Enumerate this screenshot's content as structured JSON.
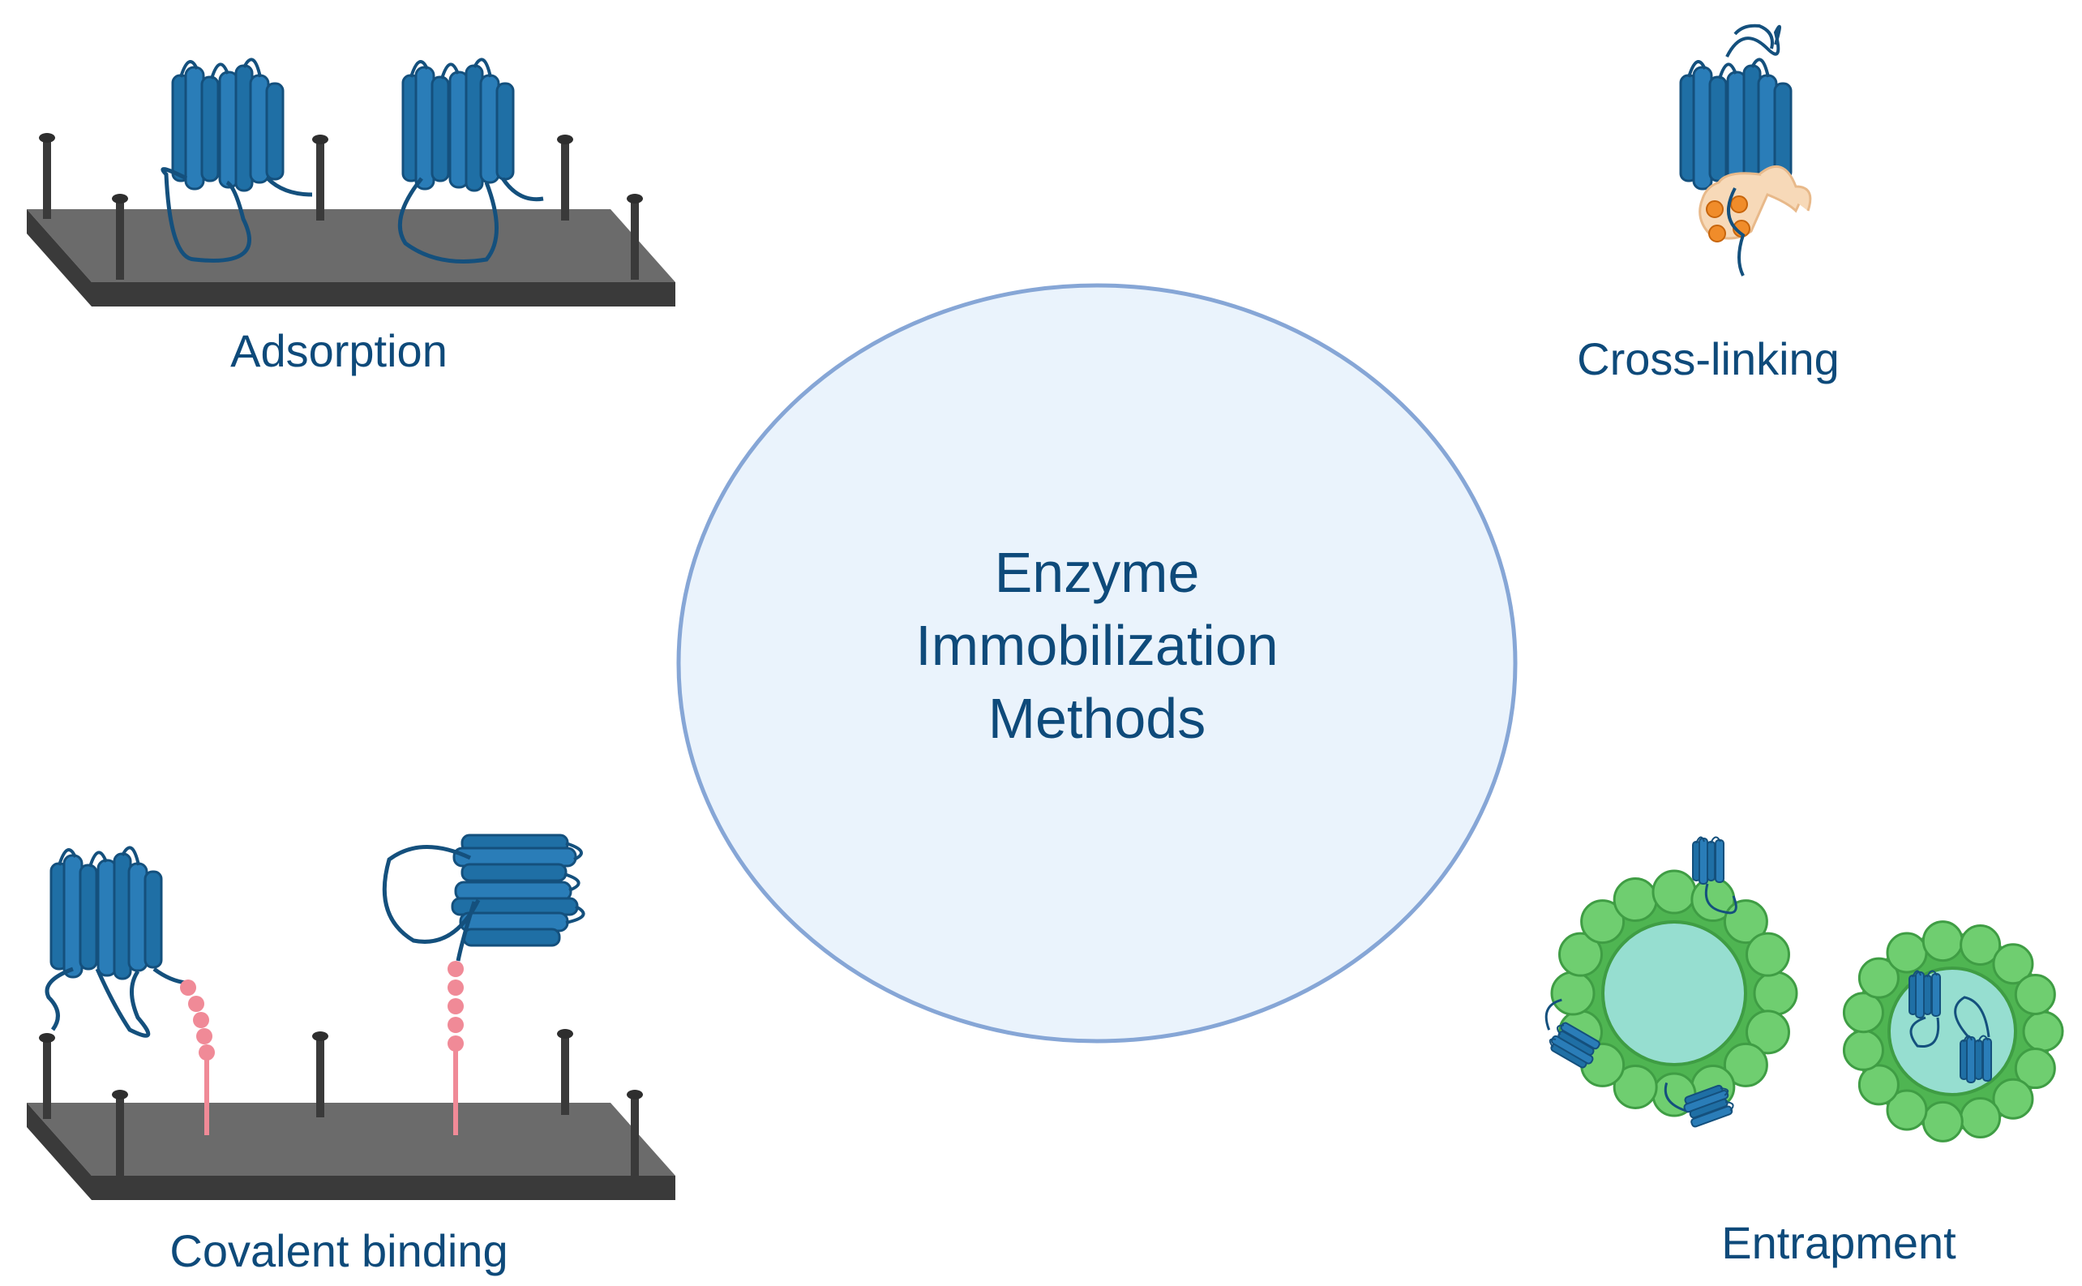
{
  "center": {
    "lines": [
      "Enzyme",
      "Immobilization",
      "Methods"
    ],
    "fill": "#eaf3fc",
    "stroke": "#86a6d6"
  },
  "methods": {
    "adsorption": "Adsorption",
    "cross_linking": "Cross-linking",
    "covalent_binding": "Covalent binding",
    "entrapment": "Entrapment"
  },
  "colors": {
    "text": "#0e4a7a",
    "enzyme": "#1f6fa5",
    "enzyme_dark": "#14507d",
    "support_top": "#6b6b6b",
    "support_side": "#3a3a3a",
    "linker": "#f08a97",
    "capsule_shell": "#6fce70",
    "capsule_core": "#96ded0",
    "ligand": "#f7d9b8",
    "phosphate": "#f08c2a"
  }
}
